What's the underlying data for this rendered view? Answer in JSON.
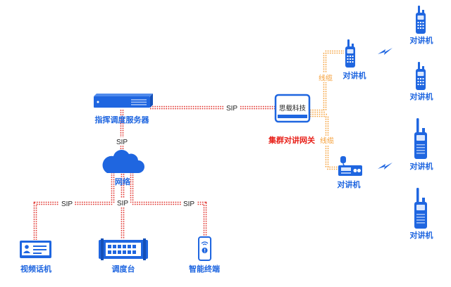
{
  "colors": {
    "blue": "#1f66e0",
    "sip_line": "#e0312b",
    "cable_line": "#f5a03a",
    "gateway_label": "#e8221b",
    "sip_text": "#222222"
  },
  "server": {
    "label": "指挥调度服务器",
    "icon": "server-icon"
  },
  "gateway": {
    "brand_text": "思载科技",
    "label": "集群对讲网关",
    "icon": "gateway-icon"
  },
  "network": {
    "label": "网络",
    "icon": "cloud-icon"
  },
  "endpoints": [
    {
      "label": "视频话机",
      "icon": "video-phone-icon"
    },
    {
      "label": "调度台",
      "icon": "dispatch-console-icon"
    },
    {
      "label": "智能终端",
      "icon": "smartphone-icon"
    }
  ],
  "radios": [
    {
      "label": "对讲机",
      "icon": "handheld-radio-icon"
    },
    {
      "label": "对讲机",
      "icon": "mobile-radio-icon"
    },
    {
      "label": "对讲机",
      "icon": "handheld-radio-icon"
    },
    {
      "label": "对讲机",
      "icon": "handheld-radio-icon"
    },
    {
      "label": "对讲机",
      "icon": "handheld-radio-icon"
    },
    {
      "label": "对讲机",
      "icon": "handheld-radio-icon"
    }
  ],
  "links": {
    "server_to_gateway": "SIP",
    "server_to_network": "SIP",
    "network_to_video_phone": "SIP",
    "network_to_console": "SIP",
    "network_to_smart_terminal": "SIP",
    "gateway_to_handheld_radio": "线缆",
    "gateway_to_mobile_radio": "线缆"
  },
  "wireless_icons": [
    "lightning-icon",
    "lightning-icon"
  ]
}
